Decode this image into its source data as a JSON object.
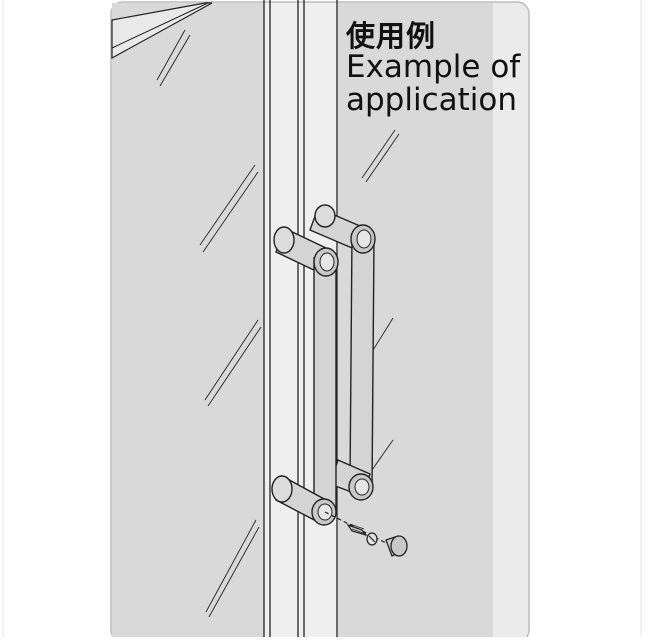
{
  "caption": {
    "japanese": "使用例",
    "english_line1": "Example of",
    "english_line2": "application"
  },
  "colors": {
    "glass": "#d9d9d9",
    "frame": "#ebebeb",
    "line": "#222222",
    "handle": "#d4d4d4",
    "handle_end": "#c2c2c2"
  },
  "icons": [
    "double-door-panel",
    "bar-pull-handle",
    "mounting-screw",
    "screw-cap"
  ]
}
